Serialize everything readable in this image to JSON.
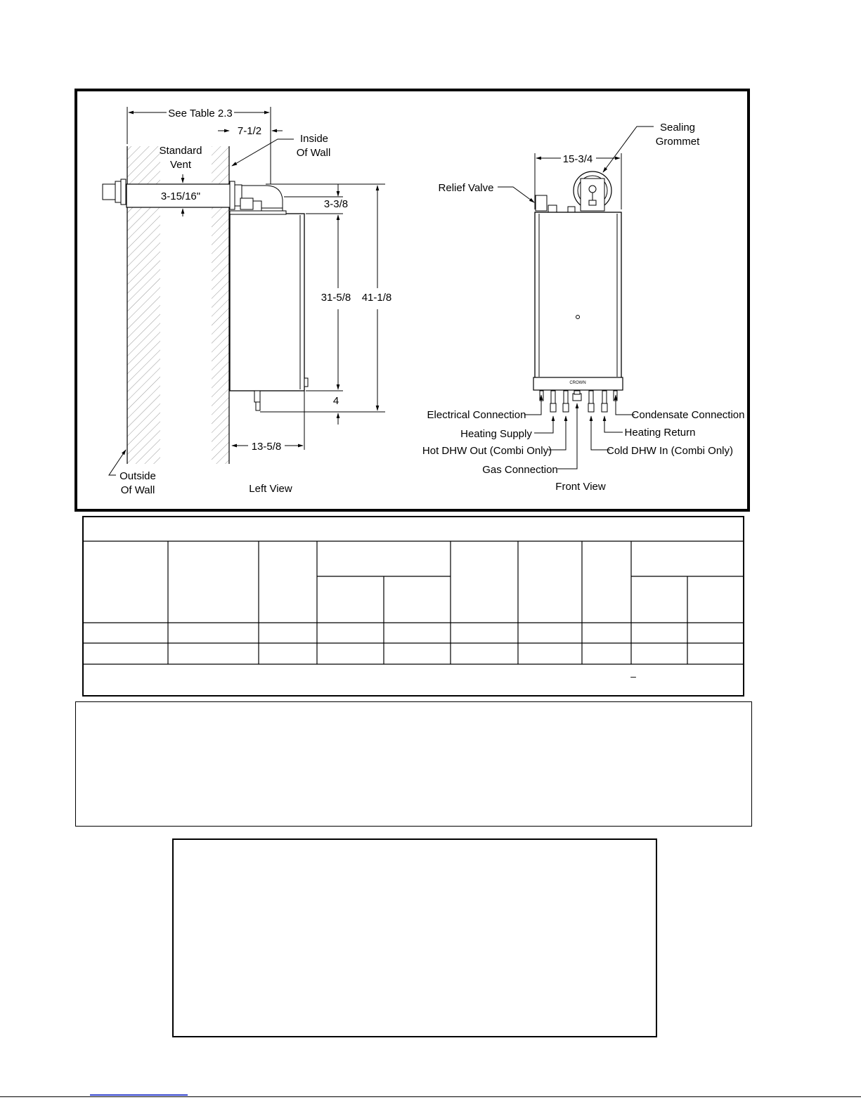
{
  "diagram": {
    "left_view": {
      "see_table": "See Table 2.3",
      "dim_vent_offset": "7-1/2",
      "inside_of_wall": [
        "Inside",
        "Of Wall"
      ],
      "standard_vent": [
        "Standard",
        "Vent"
      ],
      "vent_diameter": "3-15/16\"",
      "dim_top": "3-3/8",
      "dim_body_height": "31-5/8",
      "dim_total_height": "41-1/8",
      "dim_bottom": "4",
      "dim_depth": "13-5/8",
      "outside_of_wall": [
        "Outside",
        "Of Wall"
      ],
      "caption": "Left View"
    },
    "front_view": {
      "sealing_grommet": [
        "Sealing",
        "Grommet"
      ],
      "dim_width": "15-3/4",
      "relief_valve": "Relief Valve",
      "brand": "CROWN",
      "electrical_connection": "Electrical Connection",
      "heating_supply": "Heating Supply",
      "hot_dhw_out": "Hot DHW Out (Combi Only)",
      "gas_connection": "Gas Connection",
      "condensate_connection": "Condensate Connection",
      "heating_return": "Heating Return",
      "cold_dhw_in": "Cold DHW In (Combi Only)",
      "caption": "Front View"
    }
  },
  "table": {
    "note_mark": "–"
  }
}
